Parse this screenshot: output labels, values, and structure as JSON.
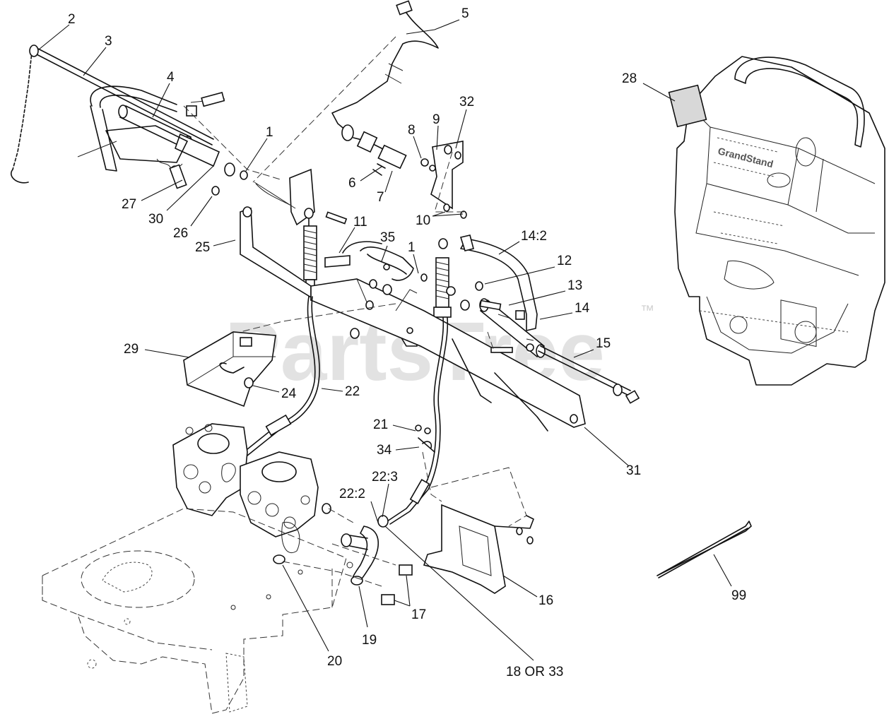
{
  "diagram": {
    "watermark": "PartsTree",
    "trademark": "™",
    "console_brand": "GrandStand",
    "callouts": [
      {
        "id": "c2",
        "label": "2"
      },
      {
        "id": "c3",
        "label": "3"
      },
      {
        "id": "c4",
        "label": "4"
      },
      {
        "id": "c5",
        "label": "5"
      },
      {
        "id": "c1a",
        "label": "1"
      },
      {
        "id": "c8",
        "label": "8"
      },
      {
        "id": "c9",
        "label": "9"
      },
      {
        "id": "c32",
        "label": "32"
      },
      {
        "id": "c28",
        "label": "28"
      },
      {
        "id": "c6",
        "label": "6"
      },
      {
        "id": "c7",
        "label": "7"
      },
      {
        "id": "c10",
        "label": "10"
      },
      {
        "id": "c27",
        "label": "27"
      },
      {
        "id": "c30",
        "label": "30"
      },
      {
        "id": "c26",
        "label": "26"
      },
      {
        "id": "c25",
        "label": "25"
      },
      {
        "id": "c11",
        "label": "11"
      },
      {
        "id": "c35",
        "label": "35"
      },
      {
        "id": "c1b",
        "label": "1"
      },
      {
        "id": "c14_2",
        "label": "14:2"
      },
      {
        "id": "c12",
        "label": "12"
      },
      {
        "id": "c13",
        "label": "13"
      },
      {
        "id": "c14",
        "label": "14"
      },
      {
        "id": "c15",
        "label": "15"
      },
      {
        "id": "c29",
        "label": "29"
      },
      {
        "id": "c24",
        "label": "24"
      },
      {
        "id": "c22",
        "label": "22"
      },
      {
        "id": "c21",
        "label": "21"
      },
      {
        "id": "c34",
        "label": "34"
      },
      {
        "id": "c31",
        "label": "31"
      },
      {
        "id": "c22_3",
        "label": "22:3"
      },
      {
        "id": "c22_2",
        "label": "22:2"
      },
      {
        "id": "c16",
        "label": "16"
      },
      {
        "id": "c17",
        "label": "17"
      },
      {
        "id": "c99",
        "label": "99"
      },
      {
        "id": "c19",
        "label": "19"
      },
      {
        "id": "c20",
        "label": "20"
      },
      {
        "id": "c18_33",
        "label": "18 OR 33"
      }
    ]
  }
}
